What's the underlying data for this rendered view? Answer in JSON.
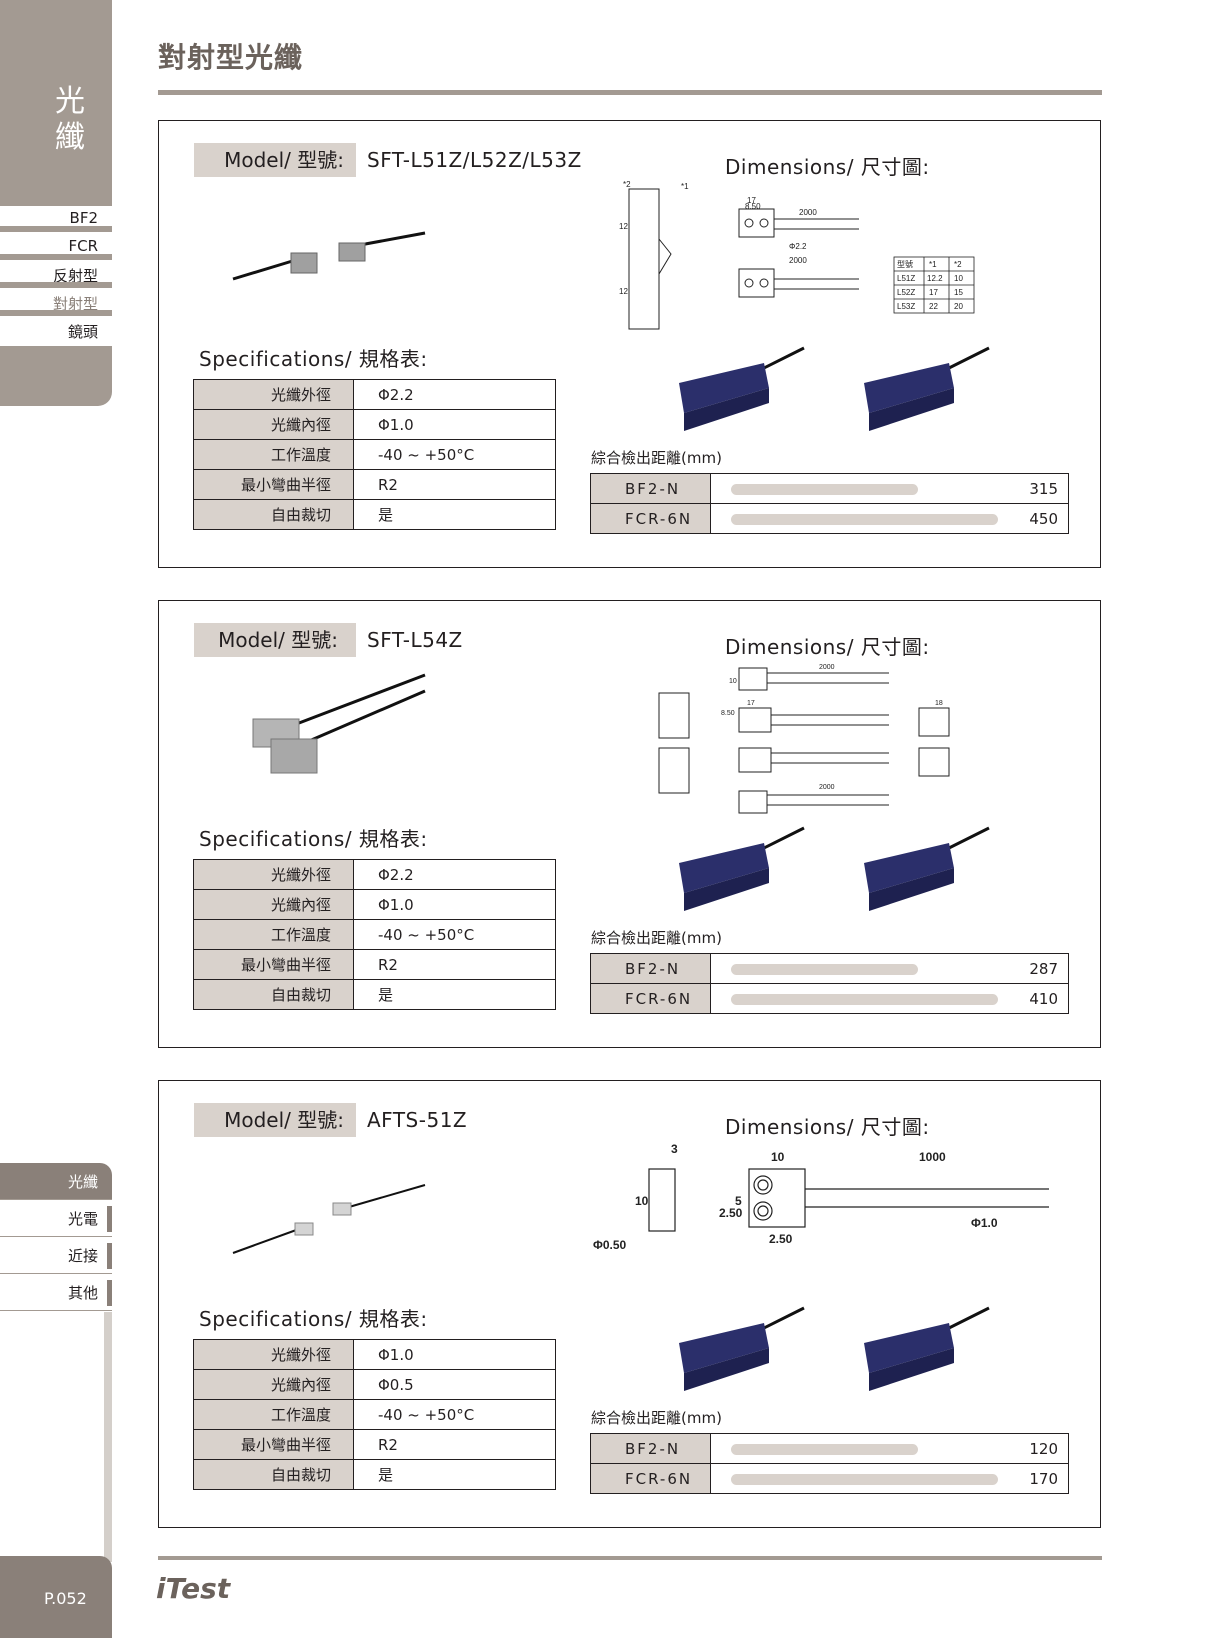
{
  "page": {
    "title": "對射型光纖",
    "page_number": "P.052",
    "brand": "iTest"
  },
  "sidebar": {
    "category": "光纖",
    "subnav": [
      {
        "label": "BF2",
        "active": false
      },
      {
        "label": "FCR",
        "active": false
      },
      {
        "label": "反射型",
        "active": false
      },
      {
        "label": "對射型",
        "active": true
      },
      {
        "label": "鏡頭",
        "active": false
      }
    ],
    "categories": [
      {
        "label": "光纖",
        "active": true
      },
      {
        "label": "光電",
        "active": false
      },
      {
        "label": "近接",
        "active": false
      },
      {
        "label": "其他",
        "active": false
      }
    ]
  },
  "labels": {
    "model": "Model/ 型號:",
    "dimensions": "Dimensions/ 尺寸圖:",
    "specifications": "Specifications/ 規格表:",
    "distance": "綜合檢出距離(mm)"
  },
  "products": [
    {
      "model": "SFT-L51Z/L52Z/L53Z",
      "specs": [
        {
          "key": "光纖外徑",
          "value": "Φ2.2"
        },
        {
          "key": "光纖內徑",
          "value": "Φ1.0"
        },
        {
          "key": "工作溫度",
          "value": "-40 ~ +50°C"
        },
        {
          "key": "最小彎曲半徑",
          "value": "R2"
        },
        {
          "key": "自由裁切",
          "value": "是"
        }
      ],
      "distance": [
        {
          "amp": "BF2-N",
          "value": "315",
          "fill": 0.7
        },
        {
          "amp": "FCR-6N",
          "value": "450",
          "fill": 1.0
        }
      ],
      "dim_table": {
        "header": [
          "型號",
          "*1",
          "*2"
        ],
        "rows": [
          [
            "L51Z",
            "12.2",
            "10"
          ],
          [
            "L52Z",
            "17",
            "15"
          ],
          [
            "L53Z",
            "22",
            "20"
          ]
        ]
      },
      "dim_text": [
        "17",
        "8.50",
        "2000",
        "12",
        "12",
        "*1",
        "*2",
        "Φ2.2",
        "2000"
      ]
    },
    {
      "model": "SFT-L54Z",
      "specs": [
        {
          "key": "光纖外徑",
          "value": "Φ2.2"
        },
        {
          "key": "光纖內徑",
          "value": "Φ1.0"
        },
        {
          "key": "工作溫度",
          "value": "-40 ~ +50°C"
        },
        {
          "key": "最小彎曲半徑",
          "value": "R2"
        },
        {
          "key": "自由裁切",
          "value": "是"
        }
      ],
      "distance": [
        {
          "amp": "BF2-N",
          "value": "287",
          "fill": 0.7
        },
        {
          "amp": "FCR-6N",
          "value": "410",
          "fill": 1.0
        }
      ],
      "dim_text": [
        "2000",
        "17",
        "8.50",
        "2000",
        "10",
        "18"
      ]
    },
    {
      "model": "AFTS-51Z",
      "specs": [
        {
          "key": "光纖外徑",
          "value": "Φ1.0"
        },
        {
          "key": "光纖內徑",
          "value": "Φ0.5"
        },
        {
          "key": "工作溫度",
          "value": "-40 ~ +50°C"
        },
        {
          "key": "最小彎曲半徑",
          "value": "R2"
        },
        {
          "key": "自由裁切",
          "value": "是"
        }
      ],
      "distance": [
        {
          "amp": "BF2-N",
          "value": "120",
          "fill": 0.7
        },
        {
          "amp": "FCR-6N",
          "value": "170",
          "fill": 1.0
        }
      ],
      "dim_text": [
        "3",
        "10",
        "10",
        "1000",
        "2.50",
        "5",
        "2.50",
        "Φ1.0",
        "Φ0.50"
      ]
    }
  ],
  "colors": {
    "accent": "#a39a92",
    "accent_dark": "#8a8079",
    "cell_fill": "#d9d2cc",
    "amp_blue": "#2b2f6b"
  }
}
